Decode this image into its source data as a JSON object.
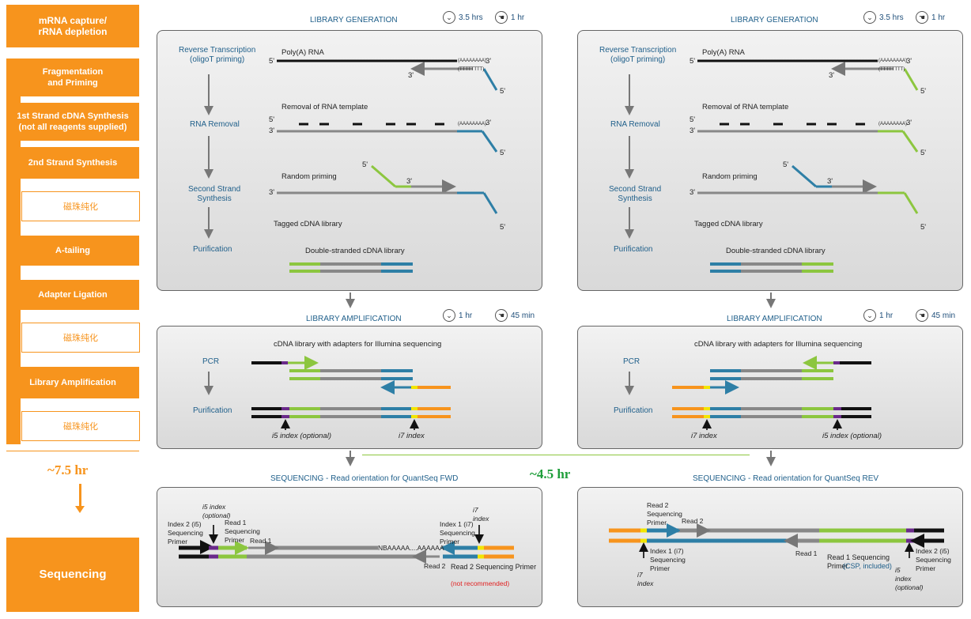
{
  "workflow": {
    "steps": [
      "mRNA capture/\nrRNA depletion",
      "Fragmentation\nand Priming",
      "1st Strand cDNA Synthesis\n(not all reagents supplied)",
      "2nd Strand Synthesis",
      "A-tailing",
      "Adapter Ligation",
      "Library Amplification",
      "Sequencing"
    ],
    "beads": "磁珠纯化",
    "total_left": "~7.5 hr",
    "total_mid": "~4.5 hr"
  },
  "sections": {
    "lib_gen": {
      "title": "LIBRARY GENERATION",
      "time1": "3.5 hrs",
      "time2": "1 hr"
    },
    "lib_amp": {
      "title": "LIBRARY AMPLIFICATION",
      "time1": "1 hr",
      "time2": "45 min"
    },
    "seq_fwd": {
      "title": "SEQUENCING - Read orientation for QuantSeq FWD"
    },
    "seq_rev": {
      "title": "SEQUENCING - Read orientation for QuantSeq REV"
    }
  },
  "libgen": {
    "steps": [
      "Reverse Transcription\n(oligoT priming)",
      "RNA Removal",
      "Second Strand\nSynthesis",
      "Purification"
    ],
    "polya": "Poly(A) RNA",
    "removal": "Removal of RNA template",
    "random": "Random priming",
    "tagged": "Tagged cDNA library",
    "ds": "Double-stranded cDNA library",
    "aaa": "(AAAAAAAA)",
    "ttt": "(TTTTTTTT)",
    "p5": "5'",
    "p3": "3'"
  },
  "libamp": {
    "header": "cDNA library with adapters for Illumina sequencing",
    "pcr": "PCR",
    "purif": "Purification",
    "i5": "i5 index (optional)",
    "i7": "i7 index"
  },
  "seqfwd": {
    "i5opt": "i5 index\n(optional)",
    "idx2": "Index 2 (i5)\nSequencing\nPrimer",
    "read1p": "Read 1\nSequencing\nPrimer",
    "read1": "Read 1",
    "seq": "NBAAAAA....AAAAAA",
    "idx1": "Index 1 (i7)\nSequencing\nPrimer",
    "i7": "i7\nindex",
    "read2": "Read 2",
    "read2p": "Read 2 Sequencing Primer",
    "notrec": "(not recommended)"
  },
  "seqrev": {
    "read2p": "Read 2\nSequencing\nPrimer",
    "read2": "Read 2",
    "read1": "Read 1",
    "idx1": "Index 1 (i7)\nSequencing\nPrimer",
    "i7": "i7\nindex",
    "read1p": "Read 1 Sequencing\nPrimer",
    "csp": "(CSP, included)",
    "idx2": "Index 2 (i5)\nSequencing\nPrimer",
    "i5opt": "i5\nindex\n(optional)"
  },
  "colors": {
    "orange": "#f7941d",
    "blue": "#2e7fa6",
    "green": "#8cc63f",
    "gray": "#7f7f7f",
    "black": "#111111",
    "purple": "#6a2a8a",
    "yellow": "#f2e600",
    "red": "#e02020",
    "darkgreen": "#1e9e3a"
  }
}
